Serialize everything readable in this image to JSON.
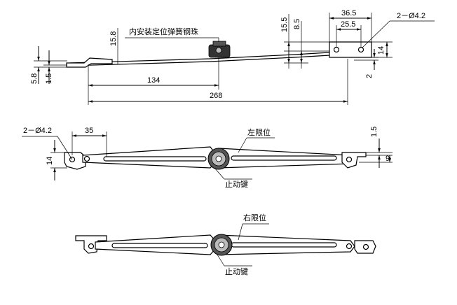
{
  "top_view": {
    "labels": {
      "spring_ball": "内安装定位弹簧钢珠",
      "hole_spec": "2－Ø4.2"
    },
    "dims": {
      "d15_8_top": "15.8",
      "d15_5": "15.5",
      "d8_5": "8.5",
      "d36_5": "36.5",
      "d25_5": "25.5",
      "d14": "14",
      "d2": "2",
      "d5_8": "5.8",
      "d1_5": "1.5",
      "d134": "134",
      "d268": "268"
    }
  },
  "middle_view": {
    "labels": {
      "hole_spec": "2－Ø4.2",
      "left_limit": "左限位",
      "stop_key": "止动键"
    },
    "dims": {
      "d35": "35",
      "d14": "14",
      "d1_5": "1.5",
      "d9": "9"
    }
  },
  "bottom_view": {
    "labels": {
      "right_limit": "右限位",
      "stop_key": "止动键"
    }
  }
}
